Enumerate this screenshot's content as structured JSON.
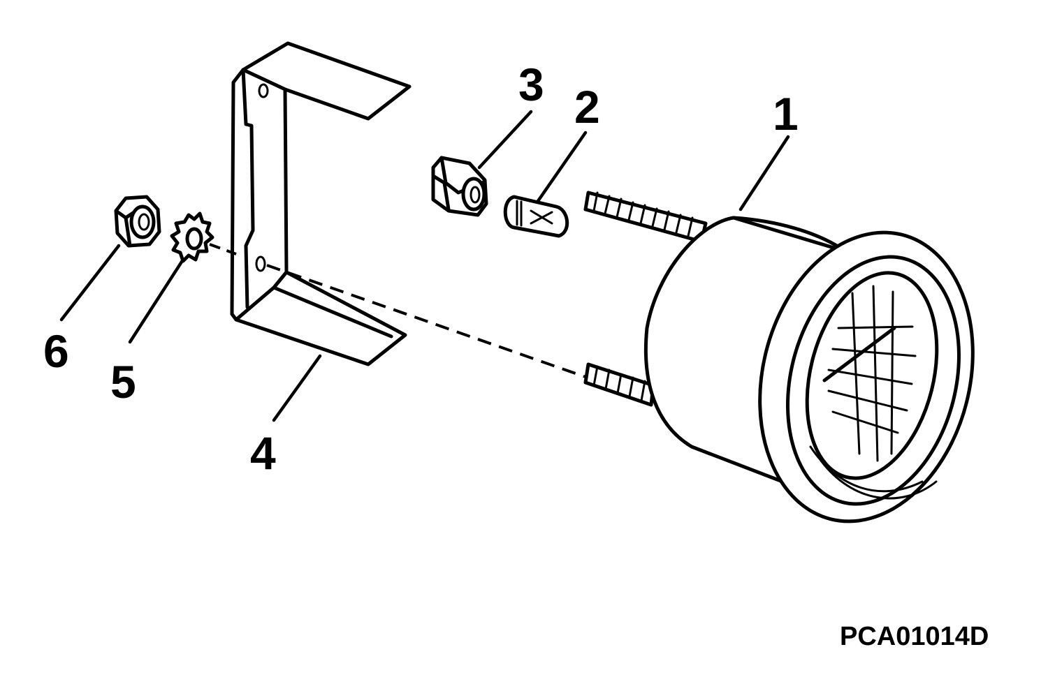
{
  "figure_id": "PCA01014D",
  "callouts": {
    "c1": "1",
    "c2": "2",
    "c3": "3",
    "c4": "4",
    "c5": "5",
    "c6": "6"
  },
  "colors": {
    "ink": "#000000",
    "paper": "#ffffff"
  }
}
